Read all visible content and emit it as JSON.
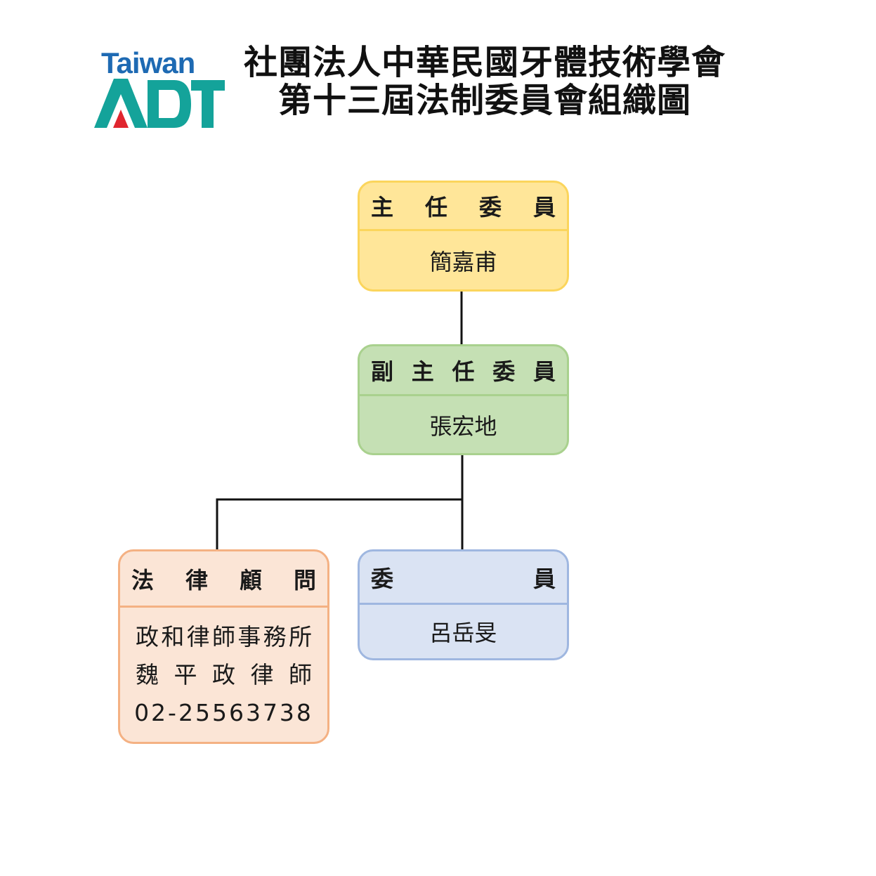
{
  "header": {
    "logo_text": "Taiwan",
    "logo_mark_text": "ADT",
    "title_line1": "社團法人中華民國牙體技術學會",
    "title_line2": "第十三屆法制委員會組織圖"
  },
  "colors": {
    "chair_fill": "#ffe699",
    "vice_fill": "#c5e0b4",
    "member_fill": "#dae3f3",
    "legal_fill": "#fbe5d6",
    "logo_blue": "#1e6ab3",
    "logo_teal": "#14a39a",
    "logo_red": "#e0262f"
  },
  "org": {
    "chair": {
      "role": [
        "主",
        "任",
        "委",
        "員"
      ],
      "name": "簡嘉甫"
    },
    "vice_chair": {
      "role": [
        "副",
        "主",
        "任",
        "委",
        "員"
      ],
      "name": "張宏地"
    },
    "member": {
      "role": [
        "委",
        "員"
      ],
      "name": "呂岳旻"
    },
    "legal_advisor": {
      "role": [
        "法",
        "律",
        "顧",
        "問"
      ],
      "firm": [
        "政",
        "和",
        "律",
        "師",
        "事",
        "務",
        "所"
      ],
      "lawyer": [
        "魏",
        "平",
        "政",
        "律",
        "師"
      ],
      "phone": "02-25563738"
    }
  }
}
